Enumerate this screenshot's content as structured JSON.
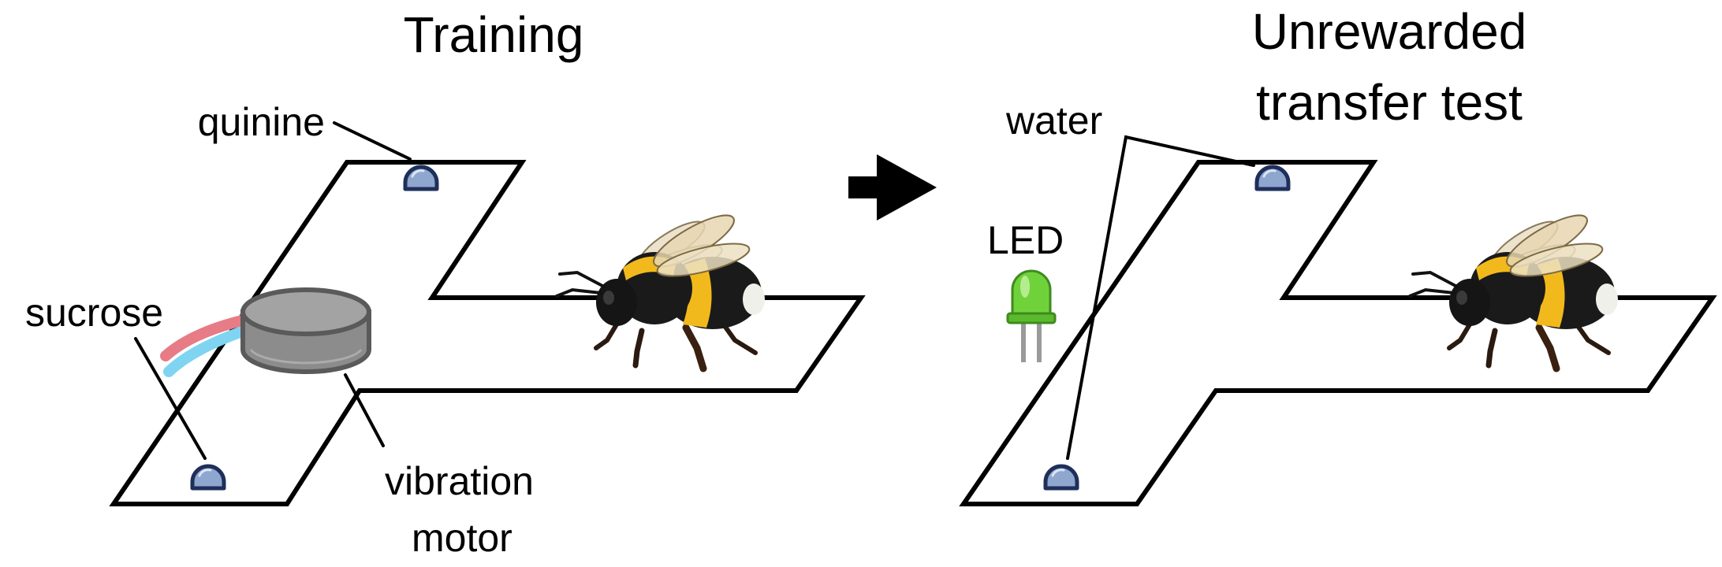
{
  "panels": {
    "training": {
      "title": "Training",
      "labels": {
        "quinine": "quinine",
        "sucrose": "sucrose",
        "vibration_line1": "vibration",
        "vibration_line2": "motor"
      }
    },
    "test": {
      "title_line1": "Unrewarded",
      "title_line2": "transfer test",
      "labels": {
        "water": "water",
        "led": "LED"
      }
    }
  },
  "colors": {
    "maze_stroke": "#000000",
    "dispenser_fill": "#8fa6cf",
    "dispenser_stroke": "#1e2f5a",
    "motor_fill": "#8c8c8c",
    "motor_stroke": "#5a5a5a",
    "sucrose_tube_red": "#e77b86",
    "sucrose_tube_blue": "#7fd4f2",
    "led_green": "#6fd23a",
    "bee_black": "#1a1a1a",
    "bee_yellow": "#f2b91c"
  },
  "icons": {
    "arrow": "right-arrow-icon",
    "bee": "bumblebee-icon",
    "led": "led-icon",
    "motor": "vibration-motor-icon",
    "dispenser": "dispenser-icon"
  }
}
